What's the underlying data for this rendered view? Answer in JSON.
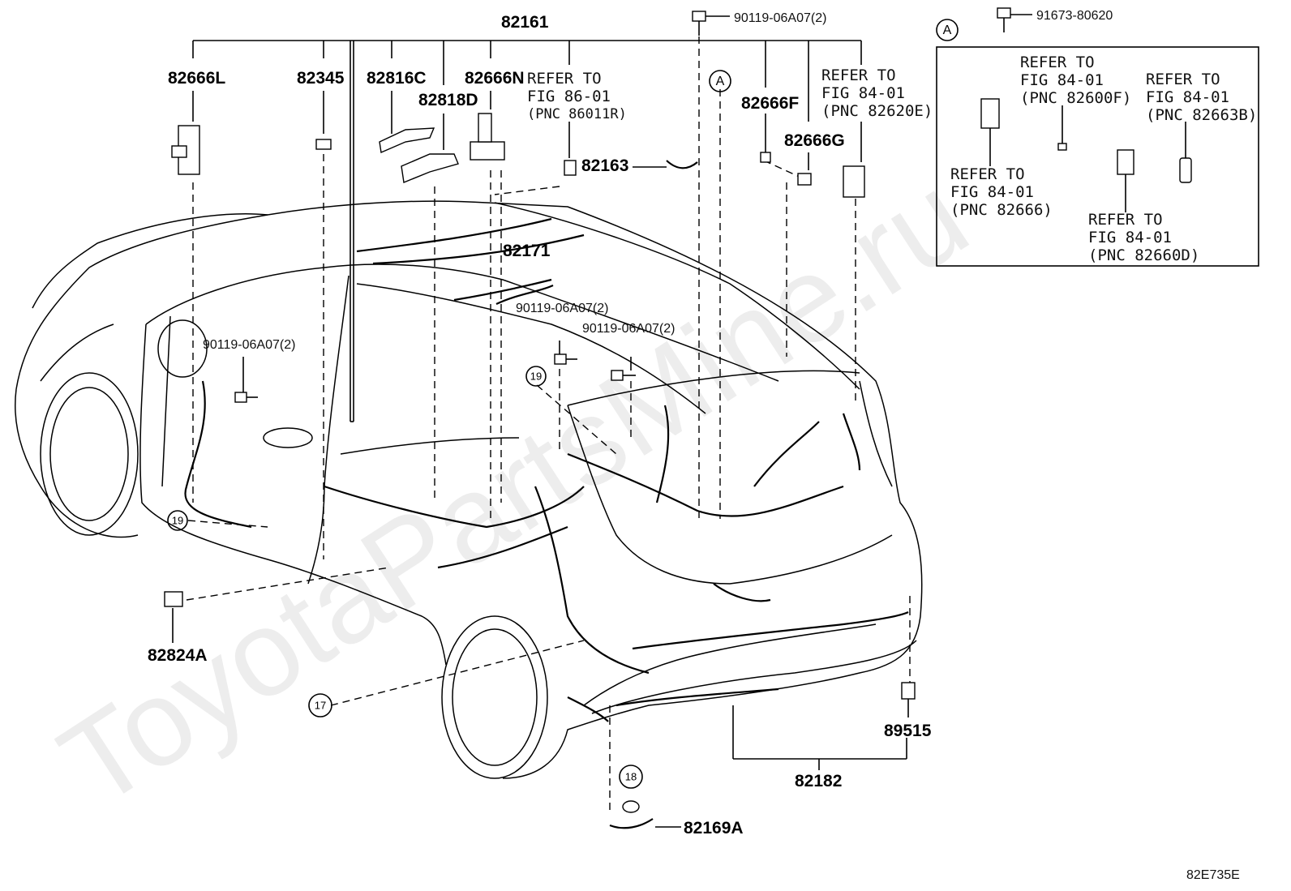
{
  "watermark": "ToyotaPartsMine.ru",
  "diagram_code": "82E735E",
  "inset_marker": "A",
  "parts": {
    "p82161": "82161",
    "p82666L": "82666L",
    "p82345": "82345",
    "p82816C": "82816C",
    "p82818D": "82818D",
    "p82666N": "82666N",
    "p82163": "82163",
    "p82171": "82171",
    "p82666F": "82666F",
    "p82666G": "82666G",
    "p82824A": "82824A",
    "p89515": "89515",
    "p82182": "82182",
    "p82169A": "82169A",
    "bolt_top": "90119-06A07(2)",
    "bolt_mid1": "90119-06A07(2)",
    "bolt_mid2": "90119-06A07(2)",
    "bolt_left": "90119-06A07(2)",
    "bolt_inset": "91673-80620"
  },
  "refs": {
    "fig86": [
      "REFER TO",
      "FIG 86-01",
      "(PNC 86011R)"
    ],
    "fig84_82620E": [
      "REFER TO",
      "FIG 84-01",
      "(PNC 82620E)"
    ],
    "fig84_82600F": [
      "REFER TO",
      "FIG 84-01",
      "(PNC 82600F)"
    ],
    "fig84_82663B": [
      "REFER TO",
      "FIG 84-01",
      "(PNC 82663B)"
    ],
    "fig84_82666": [
      "REFER TO",
      "FIG 84-01",
      "(PNC 82666)"
    ],
    "fig84_82660D": [
      "REFER TO",
      "FIG 84-01",
      "(PNC 82660D)"
    ]
  },
  "callouts": {
    "c19a": "19",
    "c19b": "19",
    "c17": "17",
    "c18": "18"
  }
}
